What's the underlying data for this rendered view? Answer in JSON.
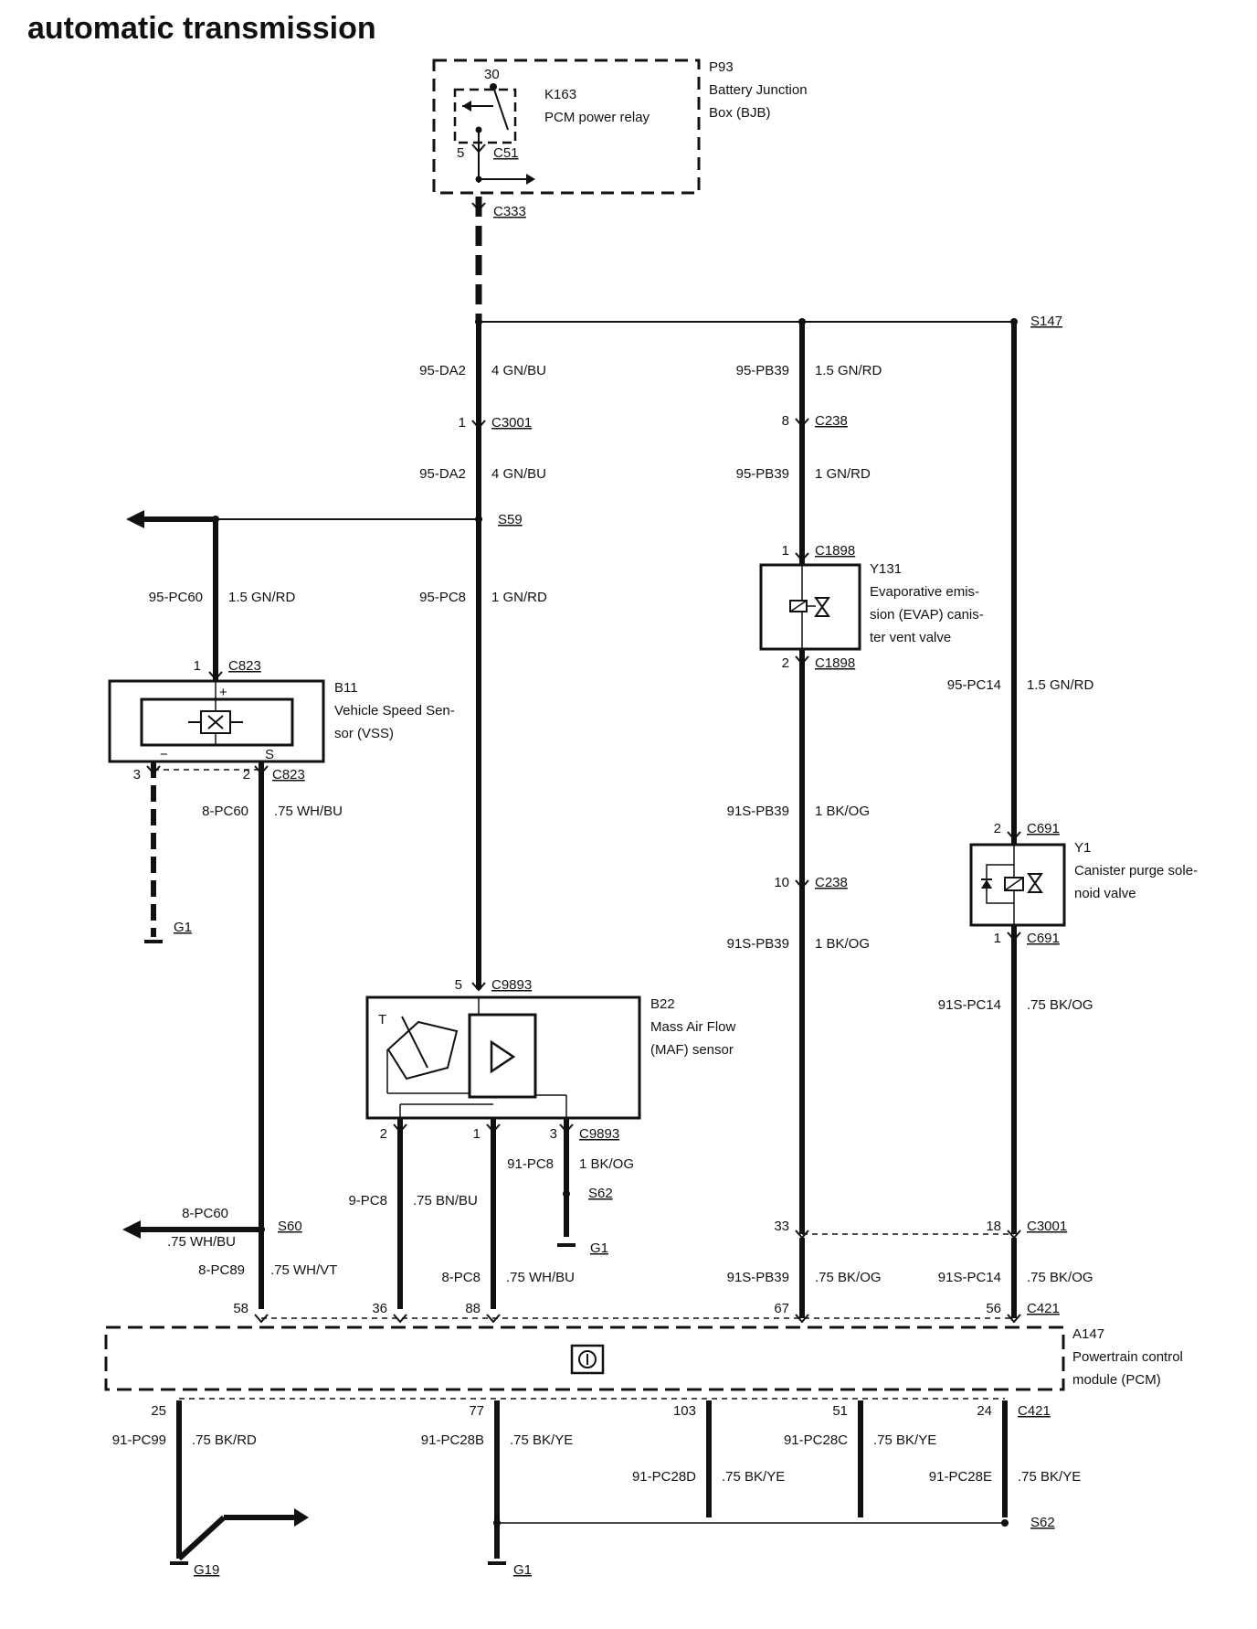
{
  "title": "automatic transmission",
  "components": {
    "p93": {
      "id": "P93",
      "l1": "Battery Junction",
      "l2": "Box (BJB)"
    },
    "k163": {
      "id": "K163",
      "l1": "PCM power relay",
      "pin_a": "30",
      "pin_b": "5",
      "conn": "C51"
    },
    "b11": {
      "id": "B11",
      "l1": "Vehicle Speed Sen-",
      "l2": "sor (VSS)",
      "plus": "+",
      "minus": "−",
      "s": "S"
    },
    "b22": {
      "id": "B22",
      "l1": "Mass Air Flow",
      "l2": "(MAF) sensor",
      "t": "T"
    },
    "y131": {
      "id": "Y131",
      "l1": "Evaporative emis-",
      "l2": "sion (EVAP) canis-",
      "l3": "ter vent valve"
    },
    "y1": {
      "id": "Y1",
      "l1": "Canister purge sole-",
      "l2": "noid valve"
    },
    "a147": {
      "id": "A147",
      "l1": "Powertrain control",
      "l2": "module (PCM)"
    }
  },
  "connectors": {
    "c333": "C333",
    "s147": "S147",
    "c3001a": "C3001",
    "s59": "S59",
    "c238a": "C238",
    "c1898a": "C1898",
    "c1898b": "C1898",
    "c823a": "C823",
    "c823b": "C823",
    "c691a": "C691",
    "c691b": "C691",
    "c238b": "C238",
    "c9893a": "C9893",
    "c9893b": "C9893",
    "s62a": "S62",
    "s60": "S60",
    "c3001b": "C3001",
    "c421a": "C421",
    "c421b": "C421",
    "s62b": "S62",
    "g1a": "G1",
    "g1b": "G1",
    "g1c": "G1",
    "g19": "G19"
  },
  "pins": {
    "p3001_1": "1",
    "p238_8": "8",
    "p1898_1": "1",
    "p1898_2": "2",
    "p823_1": "1",
    "p823_3": "3",
    "p823_2": "2",
    "p691_2": "2",
    "p691_1": "1",
    "p238_10": "10",
    "p9893_5": "5",
    "p9893_2": "2",
    "p9893_1": "1",
    "p9893_3": "3",
    "p3001_33": "33",
    "p3001_18": "18",
    "p421_58": "58",
    "p421_36": "36",
    "p421_88": "88",
    "p421_67": "67",
    "p421_56": "56",
    "p421_25": "25",
    "p421_77": "77",
    "p421_103": "103",
    "p421_51": "51",
    "p421_24": "24"
  },
  "wires": {
    "w1": {
      "c": "95-DA2",
      "s": "4 GN/BU"
    },
    "w2": {
      "c": "95-DA2",
      "s": "4 GN/BU"
    },
    "w3": {
      "c": "95-PB39",
      "s": "1.5 GN/RD"
    },
    "w4": {
      "c": "95-PB39",
      "s": "1 GN/RD"
    },
    "w5": {
      "c": "95-PC60",
      "s": "1.5 GN/RD"
    },
    "w6": {
      "c": "95-PC8",
      "s": "1 GN/RD"
    },
    "w7": {
      "c": "95-PC14",
      "s": "1.5 GN/RD"
    },
    "w8": {
      "c": "8-PC60",
      "s": ".75 WH/BU"
    },
    "w9": {
      "c": "91S-PB39",
      "s": "1 BK/OG"
    },
    "w10": {
      "c": "91S-PB39",
      "s": "1 BK/OG"
    },
    "w11": {
      "c": "91S-PC14",
      "s": ".75 BK/OG"
    },
    "w12": {
      "c": "91-PC8",
      "s": "1 BK/OG"
    },
    "w13": {
      "c": "9-PC8",
      "s": ".75 BN/BU"
    },
    "w14": {
      "c": "8-PC60",
      "s": ".75 WH/BU"
    },
    "w15": {
      "c": "8-PC89",
      "s": ".75 WH/VT"
    },
    "w16": {
      "c": "8-PC8",
      "s": ".75 WH/BU"
    },
    "w17": {
      "c": "91S-PB39",
      "s": ".75 BK/OG"
    },
    "w18": {
      "c": "91S-PC14",
      "s": ".75 BK/OG"
    },
    "w19": {
      "c": "91-PC99",
      "s": ".75 BK/RD"
    },
    "w20": {
      "c": "91-PC28B",
      "s": ".75 BK/YE"
    },
    "w21": {
      "c": "91-PC28D",
      "s": ".75 BK/YE"
    },
    "w22": {
      "c": "91-PC28C",
      "s": ".75 BK/YE"
    },
    "w23": {
      "c": "91-PC28E",
      "s": ".75 BK/YE"
    }
  }
}
